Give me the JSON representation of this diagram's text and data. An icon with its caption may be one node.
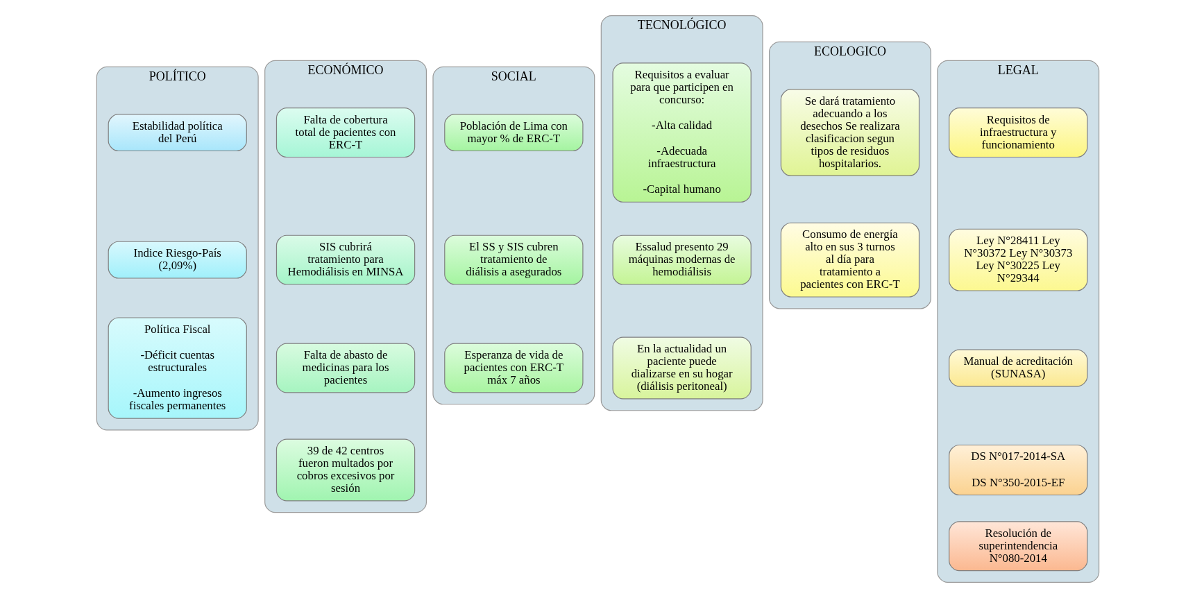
{
  "diagram": {
    "nodes": [
      {
        "text": [
          "POLÍTICO"
        ]
      },
      {
        "text": [
          "Estabilidad política del Perú"
        ],
        "in": 0
      },
      {
        "text": [
          "Indice Riesgo-País (2,09%)"
        ],
        "in": 0
      },
      {
        "text": [
          "Política Fiscal",
          "-Déficit cuentas estructurales",
          "-Aumento ingresos fiscales permanentes"
        ],
        "in": 0
      },
      {
        "text": [
          "ECONÓMICO"
        ]
      },
      {
        "text": [
          "Falta de cobertura total de pacientes con ERC-T"
        ],
        "in": 4
      },
      {
        "text": [
          "SIS cubrirá tratamiento para Hemodiálisis en MINSA"
        ],
        "in": 4
      },
      {
        "text": [
          "Falta de abasto de medicinas para los pacientes"
        ],
        "in": 4
      },
      {
        "text": [
          "39 de 42 centros fueron multados por cobros excesivos por sesión"
        ],
        "in": 4
      },
      {
        "text": [
          "SOCIAL"
        ]
      },
      {
        "text": [
          "Población de Lima con mayor % de ERC-T"
        ],
        "in": 9
      },
      {
        "text": [
          "El SS y SIS cubren tratamiento de diálisis a asegurados"
        ],
        "in": 9
      },
      {
        "text": [
          "Esperanza de vida de pacientes con ERC-T máx 7 años"
        ],
        "in": 9
      },
      {
        "text": [
          "TECNOLÓGICO"
        ]
      },
      {
        "text": [
          "Requisitos a evaluar para que participen en concurso:",
          "-Alta calidad",
          "-Adecuada infraestructura",
          "-Capital humano"
        ],
        "in": 13
      },
      {
        "text": [
          "Essalud presento 29 máquinas modernas de hemodiálisis"
        ],
        "in": 13
      },
      {
        "text": [
          "En la actualidad un paciente puede dializarse en su hogar (diálisis peritoneal)"
        ],
        "in": 13
      },
      {
        "text": [
          "ECOLOGICO"
        ]
      },
      {
        "text": [
          "Se dará tratamiento adecuando a los desechos Se realizara clasificacion segun tipos de residuos hospitalarios."
        ],
        "in": 17
      },
      {
        "text": [
          "Consumo de energía alto en sus 3 turnos al día para tratamiento a pacientes con ERC-T"
        ],
        "in": 17
      },
      {
        "text": [
          "LEGAL"
        ]
      },
      {
        "text": [
          "Requisitos de infraestructura y funcionamiento"
        ],
        "in": 20
      },
      {
        "text": [
          "Ley N°28411 Ley N°30372 Ley N°30373 Ley N°30225 Ley N°29344"
        ],
        "in": 20
      },
      {
        "text": [
          "Manual de acreditación (SUNASA)"
        ],
        "in": 20
      },
      {
        "text": [
          "DS N°017-2014-SA",
          "DS N°350-2015-EF"
        ],
        "in": 20
      },
      {
        "text": [
          "Resolución de superintendencia N°080-2014"
        ],
        "in": 20
      }
    ]
  }
}
